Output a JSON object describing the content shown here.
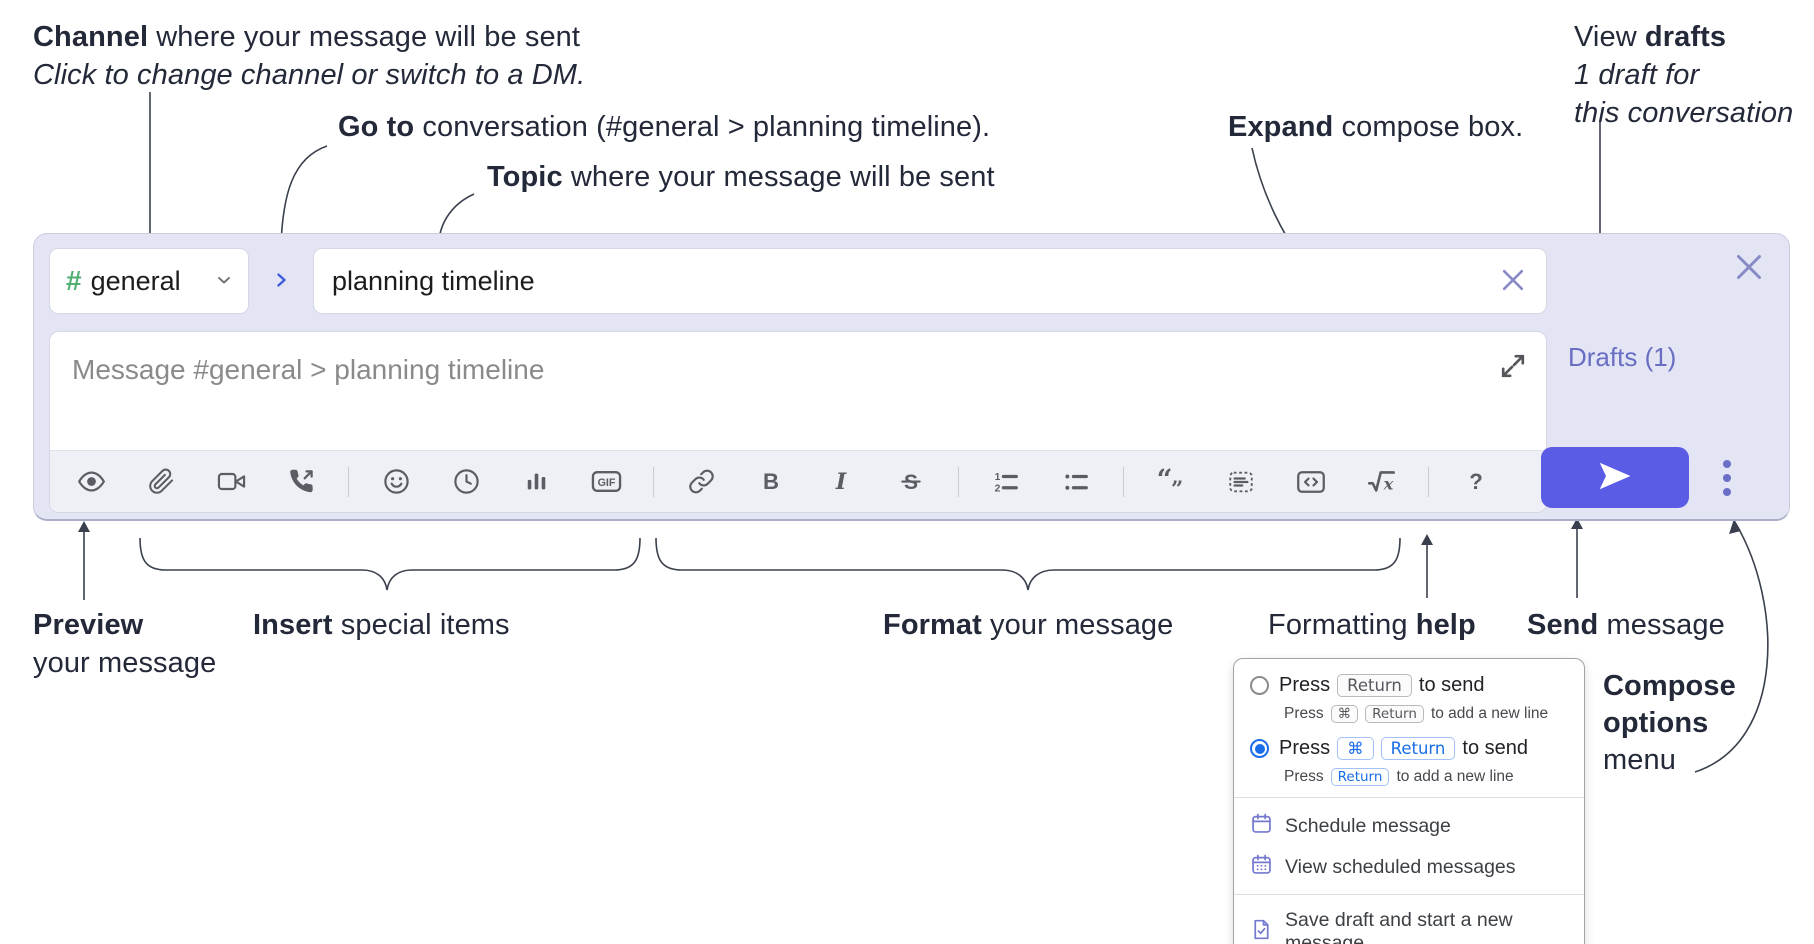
{
  "annotations": {
    "channel": {
      "bold": "Channel",
      "rest": " where your message will be sent",
      "subtitle": "Click to change channel or switch to a DM."
    },
    "goto": {
      "bold": "Go to",
      "rest": " conversation (#general > planning timeline)."
    },
    "topic": {
      "bold": "Topic",
      "rest": " where your message will be sent"
    },
    "expand": {
      "bold": "Expand",
      "rest": " compose box."
    },
    "view_drafts": {
      "pre": "View ",
      "bold": "drafts",
      "line2": "1 draft for",
      "line3": "this conversation"
    },
    "preview": {
      "bold": "Preview",
      "line2": "your message"
    },
    "insert": {
      "bold": "Insert",
      "rest": " special items"
    },
    "format": {
      "bold": "Format",
      "rest": " your message"
    },
    "help": {
      "pre": "Formatting ",
      "bold": "help"
    },
    "send": {
      "bold": "Send",
      "rest": " message"
    },
    "compose_options": {
      "line1": "Compose",
      "line2": "options",
      "line3": "menu"
    }
  },
  "composer": {
    "channel": {
      "hash": "#",
      "name": "general"
    },
    "topic_value": "planning timeline",
    "message_placeholder": "Message #general > planning timeline",
    "drafts_label": "Drafts (1)"
  },
  "toolbar": {
    "gif_label": "GIF",
    "bold_label": "B",
    "italic_label": "I",
    "strike_label": "S",
    "ol_1": "1",
    "ol_2": "2",
    "quote_open": "“",
    "quote_close": "”",
    "formula_x": "x",
    "help_label": "?"
  },
  "popup": {
    "option_return": {
      "pre": "Press",
      "key": "Return",
      "post": "to send",
      "sub_pre": "Press",
      "sub_key_cmd": "⌘",
      "sub_key_return": "Return",
      "sub_post": "to add a new line"
    },
    "option_cmd_return": {
      "pre": "Press",
      "key_cmd": "⌘",
      "key_return": "Return",
      "post": "to send",
      "sub_pre": "Press",
      "sub_key": "Return",
      "sub_post": "to add a new line"
    },
    "schedule_label": "Schedule message",
    "view_scheduled_label": "View scheduled messages",
    "save_draft_label": "Save draft and start a new message"
  },
  "colors": {
    "compose_bg": "#e3e5f4",
    "send_accent": "#5a5ce6",
    "purple_link": "#696ec3",
    "hash_green": "#4fae72",
    "key_blue": "#1a6de8",
    "menu_icon_purple": "#7478cf",
    "toolbar_icon_gray": "#5a5d63"
  }
}
